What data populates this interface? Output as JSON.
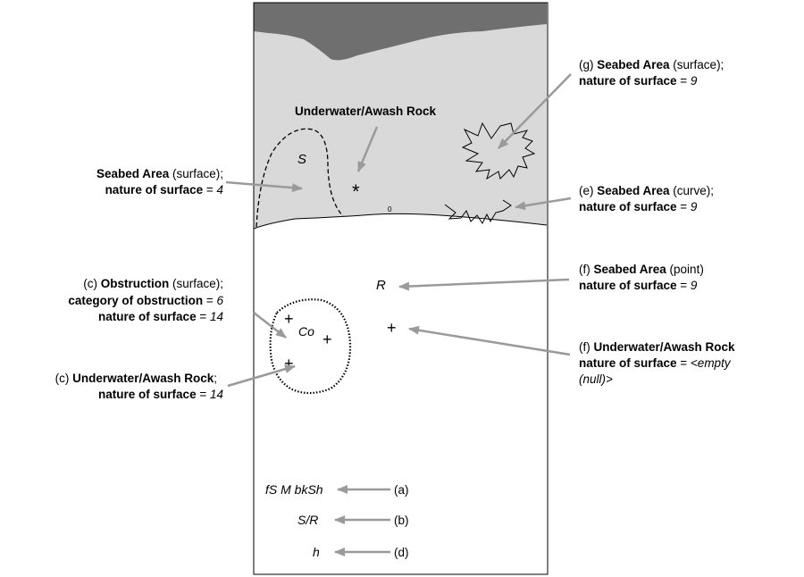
{
  "rock_label": "Underwater/Awash Rock",
  "sounding_label": "0",
  "symbols": {
    "area_s": "S",
    "rock_star": "*",
    "point_r": "R",
    "coral": "Co",
    "plus": "+"
  },
  "legend": {
    "a": {
      "symbol": "fS M bkSh",
      "label": "(a)"
    },
    "b": {
      "symbol": "S/R",
      "label": "(b)"
    },
    "d": {
      "symbol": "h",
      "label": "(d)"
    }
  },
  "annotations": {
    "seabed_s": {
      "l1": {
        "name": "Seabed Area",
        "suffix": " (surface);"
      },
      "l2": {
        "attr": "nature of surface",
        "eq": " = ",
        "val": "4"
      }
    },
    "g": {
      "l1": {
        "prefix": "(g) ",
        "name": "Seabed Area",
        "suffix": " (surface);"
      },
      "l2": {
        "attr": "nature of surface",
        "eq": " = ",
        "val": "9"
      }
    },
    "e": {
      "l1": {
        "prefix": "(e) ",
        "name": "Seabed Area",
        "suffix": " (curve);"
      },
      "l2": {
        "attr": "nature of surface",
        "eq": " = ",
        "val": "9"
      }
    },
    "f_point": {
      "l1": {
        "prefix": "(f) ",
        "name": "Seabed Area",
        "suffix": " (point)"
      },
      "l2": {
        "attr": "nature of surface",
        "eq": " = ",
        "val": "9"
      }
    },
    "f_rock": {
      "l1": {
        "prefix": "(f) ",
        "name": "Underwater/Awash Rock"
      },
      "l2": {
        "attr": "nature of surface",
        "eq": " = ",
        "val": "<empty"
      },
      "l3": {
        "val": "(null)>"
      }
    },
    "c_obstruction": {
      "l1": {
        "prefix": "(c) ",
        "name": "Obstruction",
        "suffix": " (surface);"
      },
      "l2": {
        "attr": "category of obstruction",
        "eq": " = ",
        "val": "6"
      },
      "l3": {
        "attr": "nature of surface",
        "eq": " = ",
        "val": "14"
      }
    },
    "c_rock": {
      "l1": {
        "prefix": "(c) ",
        "name": "Underwater/Awash Rock",
        "suffix": ";"
      },
      "l2": {
        "attr": "nature of surface",
        "eq": " = ",
        "val": "14"
      }
    }
  },
  "colors": {
    "land": "#6f6f6f",
    "shallow": "#d9d9d9",
    "arrow": "#9a9a9a"
  }
}
